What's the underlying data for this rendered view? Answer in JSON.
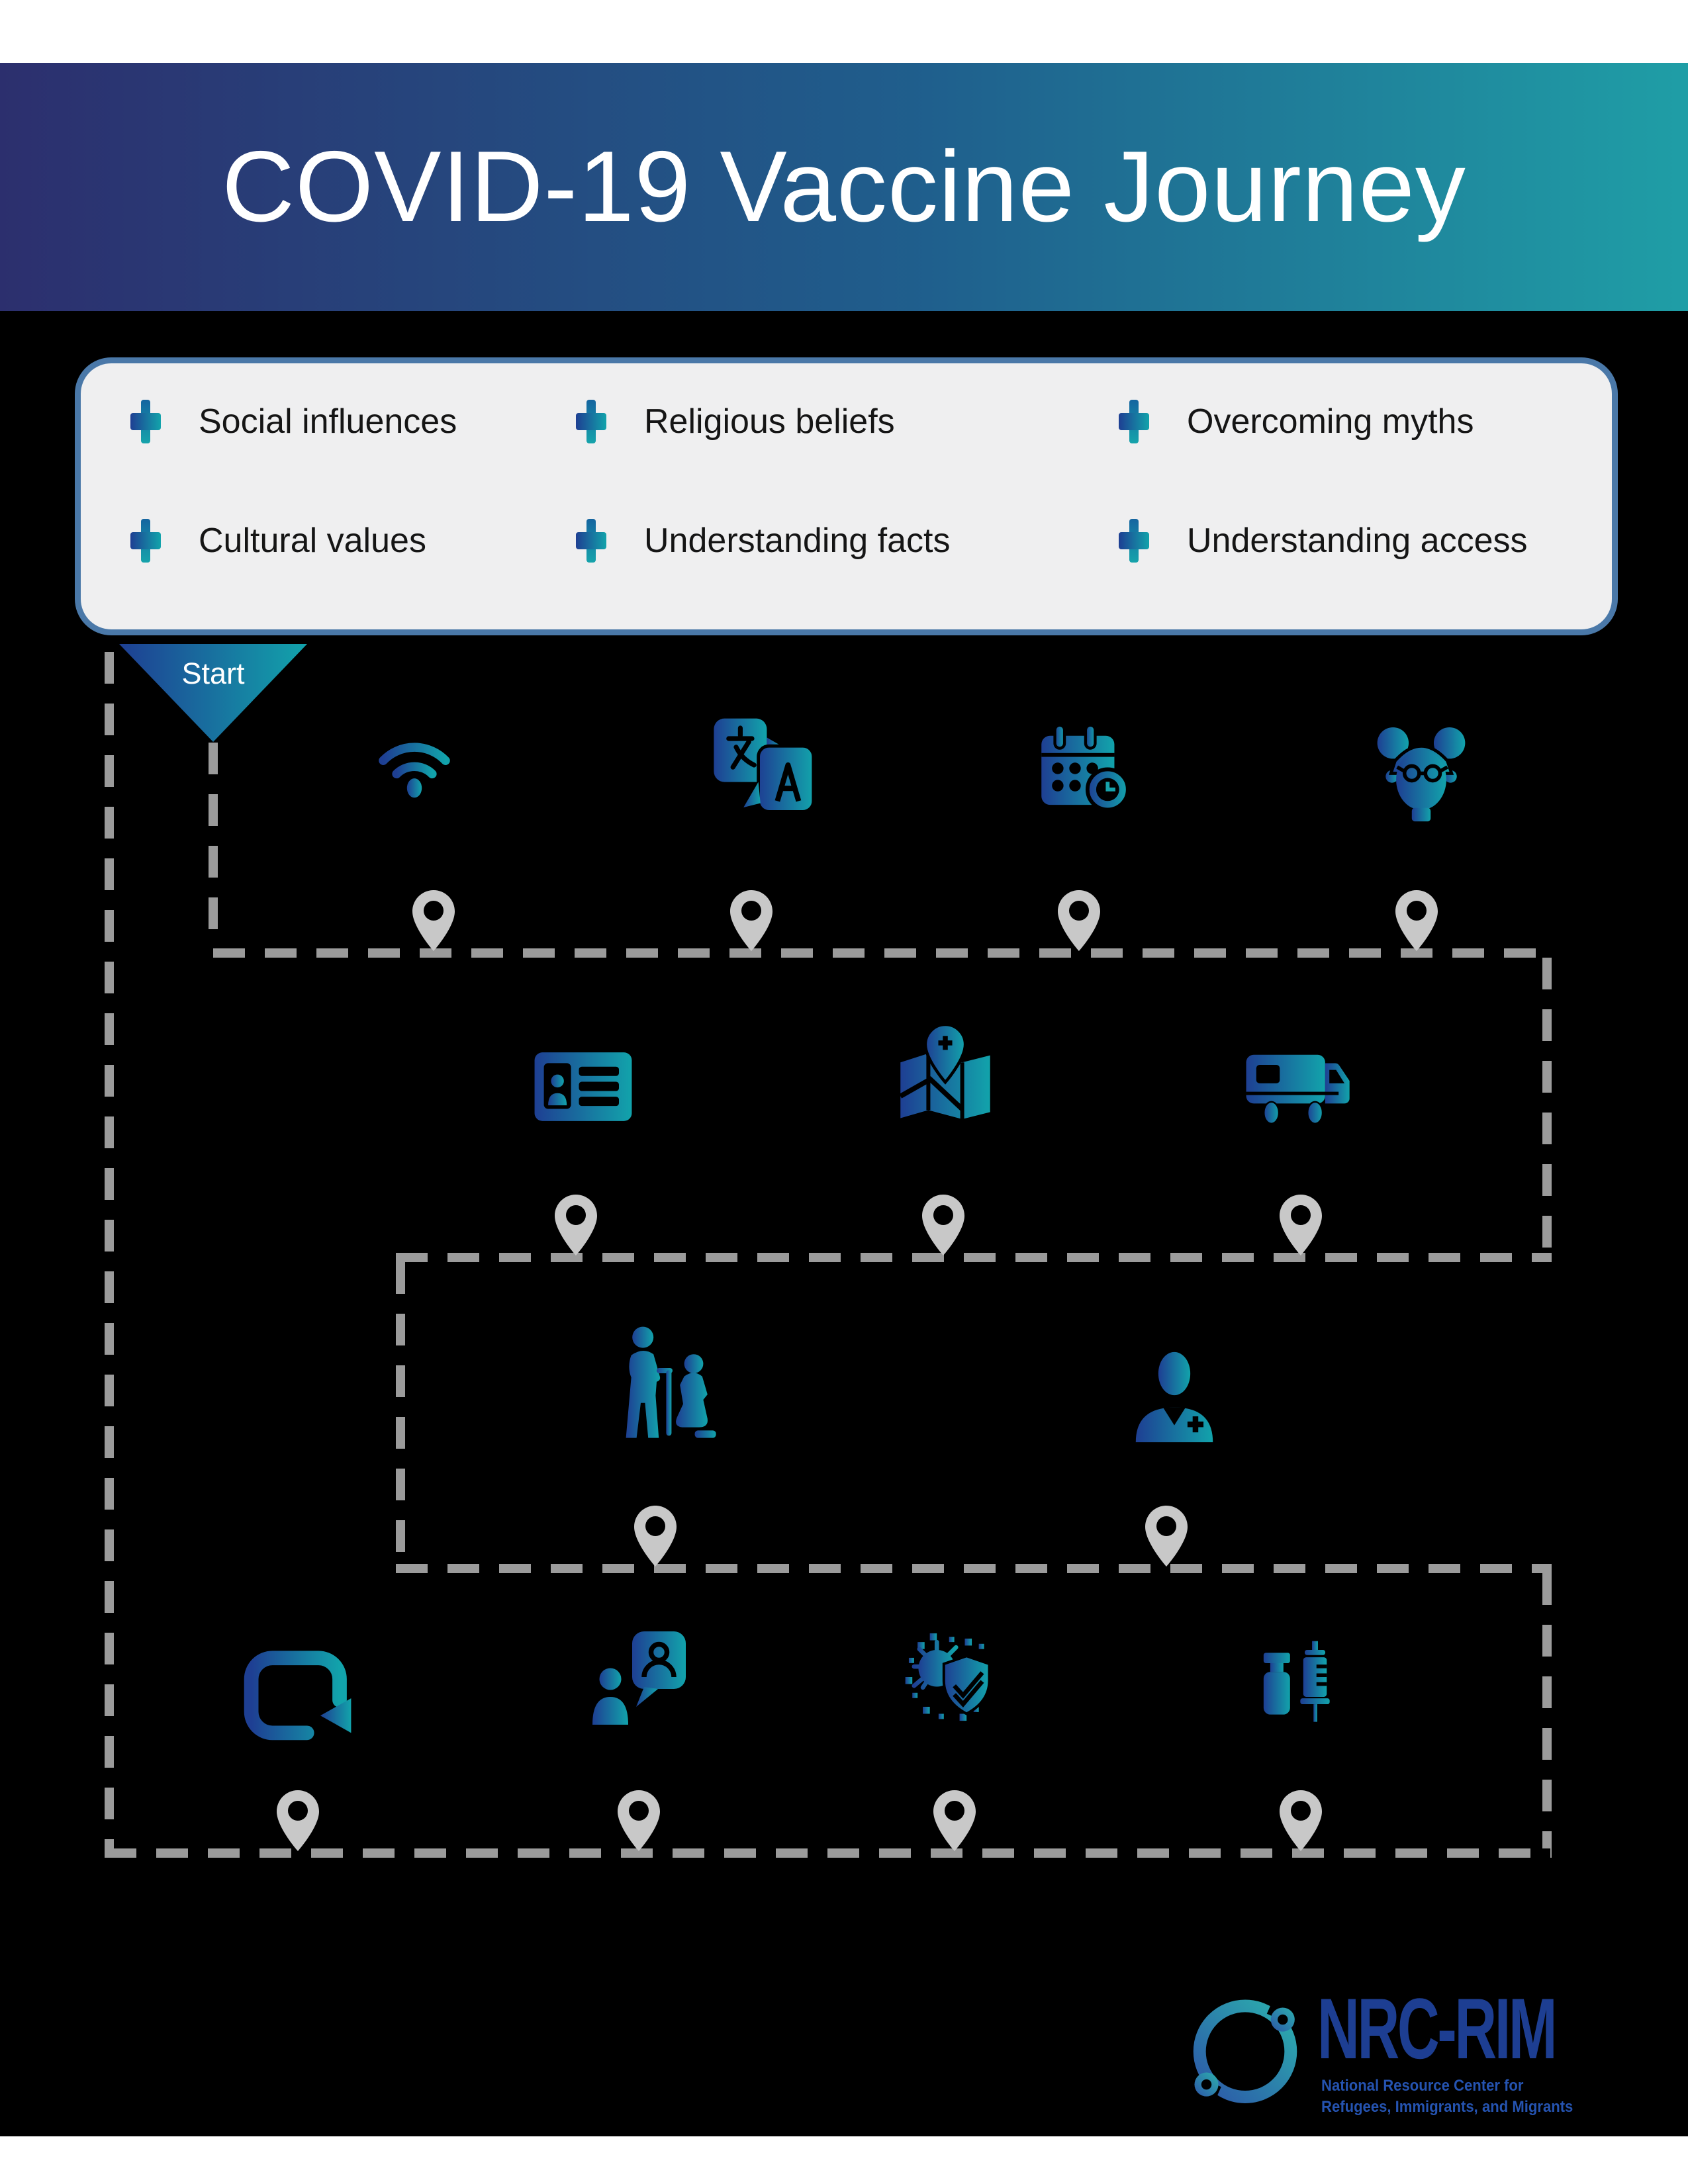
{
  "header": {
    "title": "COVID-19 Vaccine Journey"
  },
  "legend": {
    "items": [
      {
        "label": "Social influences"
      },
      {
        "label": "Religious beliefs"
      },
      {
        "label": "Overcoming myths"
      },
      {
        "label": "Cultural values"
      },
      {
        "label": "Understanding facts"
      },
      {
        "label": "Understanding access"
      }
    ]
  },
  "journey": {
    "start_label": "Start",
    "waypoint_icon": "location-pin-icon",
    "rows": [
      {
        "stops": [
          "wifi-icon",
          "translation-icon",
          "calendar-clock-icon",
          "community-member-icon"
        ]
      },
      {
        "stops": [
          "id-card-icon",
          "map-medical-pin-icon",
          "mobile-clinic-van-icon"
        ]
      },
      {
        "stops": [
          "elderly-caregiver-icon",
          "healthcare-worker-icon"
        ]
      },
      {
        "stops": [
          "follow-up-loop-icon",
          "outreach-chat-icon",
          "virus-shield-check-icon",
          "vaccine-vial-syringe-icon"
        ]
      }
    ]
  },
  "footer": {
    "logo": {
      "name": "NRC-RIM",
      "subtitle_line1": "National Resource Center for",
      "subtitle_line2": "Refugees, Immigrants, and Migrants"
    }
  },
  "colors": {
    "header_gradient_start": "#2c2f6e",
    "header_gradient_end": "#1f9ea6",
    "icon_gradient_start": "#1e3f93",
    "icon_gradient_end": "#12a3ab",
    "legend_box_fill": "#efeff0",
    "legend_box_border": "#4a78a8",
    "path_dash": "#9b9b9b",
    "pin": "#c8c8c8",
    "background": "#000000",
    "logo_text": "#1d3e92",
    "logo_subtitle": "#2553b0"
  }
}
